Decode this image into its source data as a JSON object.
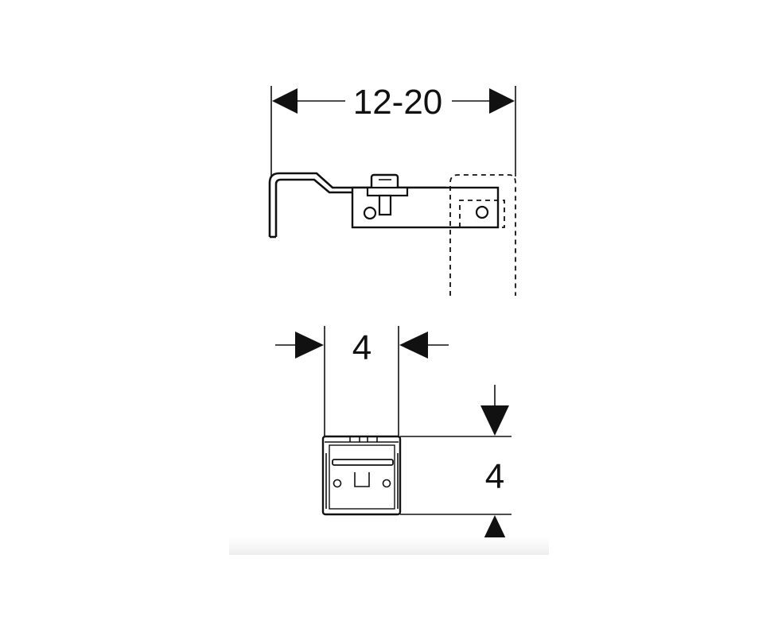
{
  "dimensions": {
    "top_width_label": "12-20",
    "bottom_width_label": "4",
    "bottom_height_label": "4"
  },
  "colors": {
    "line": "#111111",
    "background": "#ffffff",
    "footer_fade": "#f2f2f2"
  }
}
